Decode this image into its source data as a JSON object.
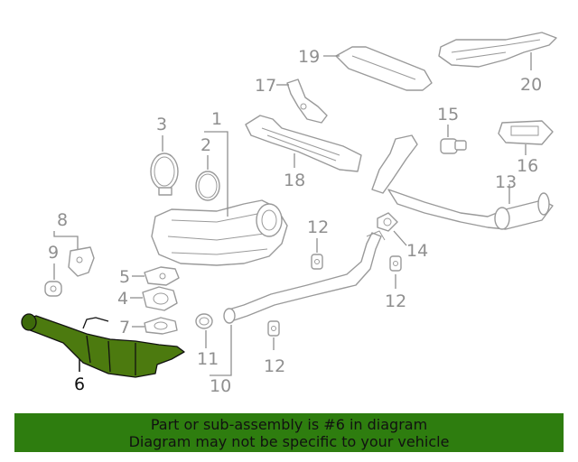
{
  "diagram": {
    "callouts": {
      "c1": "1",
      "c2": "2",
      "c3": "3",
      "c4": "4",
      "c5": "5",
      "c6": "6",
      "c7": "7",
      "c8": "8",
      "c9": "9",
      "c10": "10",
      "c11": "11",
      "c12a": "12",
      "c12b": "12",
      "c12c": "12",
      "c13": "13",
      "c14": "14",
      "c15": "15",
      "c16": "16",
      "c17": "17",
      "c18": "18",
      "c19": "19",
      "c20": "20"
    },
    "highlighted_part": "6",
    "colors": {
      "highlight_fill": "#4c7a0f",
      "part_stroke": "#9a9a9a",
      "callout_grey": "#8f8f8f"
    }
  },
  "banner": {
    "line1": "Part or sub-assembly is #6 in diagram",
    "line2": "Diagram may not be specific to your vehicle",
    "background": "#2e7d0f"
  }
}
